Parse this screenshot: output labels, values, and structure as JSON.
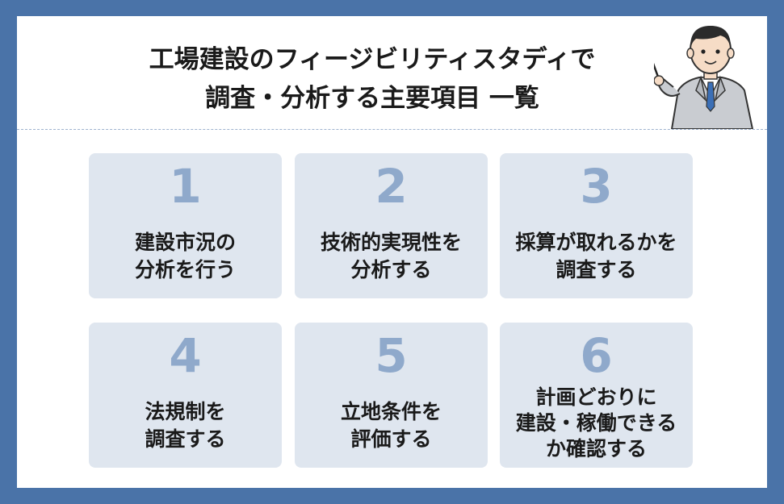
{
  "title": {
    "line1": "工場建設のフィージビリティスタディで",
    "line2": "調査・分析する主要項目 一覧"
  },
  "items": [
    {
      "number": "1",
      "label": "建設市況の\n分析を行う"
    },
    {
      "number": "2",
      "label": "技術的実現性を\n分析する"
    },
    {
      "number": "3",
      "label": "採算が取れるかを\n調査する"
    },
    {
      "number": "4",
      "label": "法規制を\n調査する"
    },
    {
      "number": "5",
      "label": "立地条件を\n評価する"
    },
    {
      "number": "6",
      "label": "計画どおりに\n建設・稼働できる\nか確認する"
    }
  ],
  "colors": {
    "border": "#4a73a8",
    "card": "#dfe6ef",
    "number": "#8fa9cb",
    "text": "#1a1a1a"
  }
}
